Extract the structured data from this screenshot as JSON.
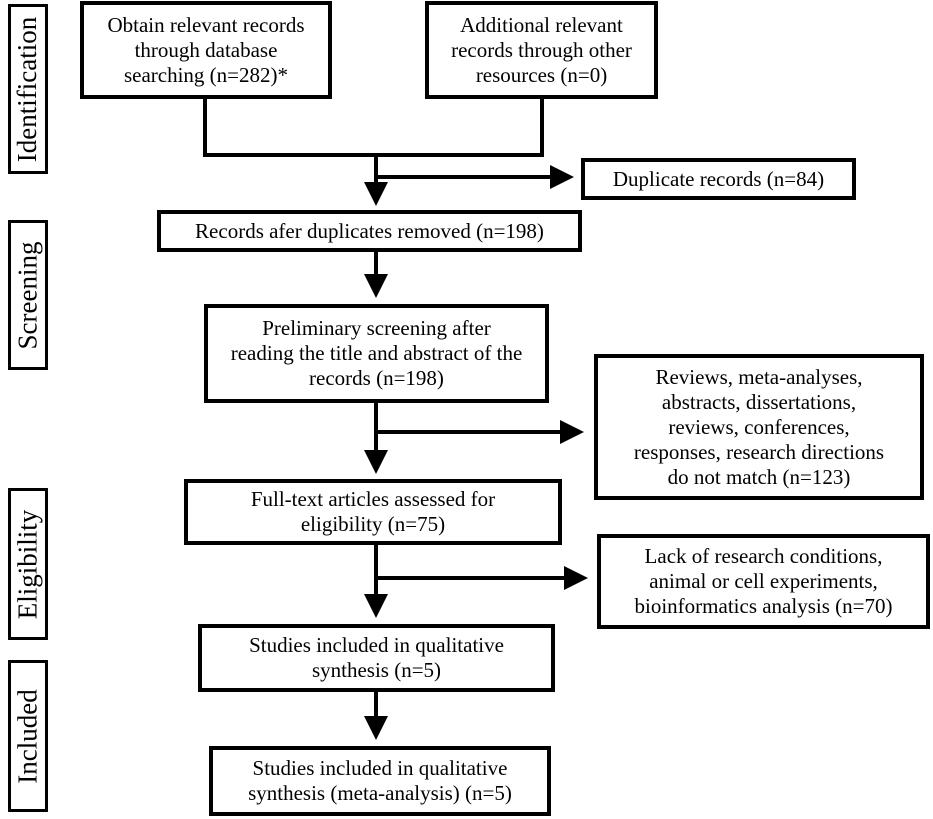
{
  "stages": {
    "identification": "Identification",
    "screening": "Screening",
    "eligibility": "Eligibility",
    "included": "Included"
  },
  "boxes": {
    "database_records": {
      "line1": "Obtain relevant records",
      "line2": "through database",
      "line3": "searching (n=282)*"
    },
    "other_records": {
      "line1": "Additional relevant",
      "line2": "records through other",
      "line3": "resources (n=0)"
    },
    "duplicates": {
      "line1": "Duplicate records (n=84)"
    },
    "after_duplicates": {
      "line1": "Records afer duplicates removed (n=198)"
    },
    "preliminary": {
      "line1": "Preliminary screening after",
      "line2": "reading the title and abstract of the",
      "line3": "records (n=198)"
    },
    "excluded_types": {
      "line1": "Reviews, meta-analyses,",
      "line2": "abstracts, dissertations,",
      "line3": "reviews, conferences,",
      "line4": "responses, research directions",
      "line5": "do not match (n=123)"
    },
    "fulltext": {
      "line1": "Full-text articles assessed for",
      "line2": "eligibility (n=75)"
    },
    "excluded_conditions": {
      "line1": "Lack of research conditions,",
      "line2": "animal or cell experiments,",
      "line3": "bioinformatics analysis (n=70)"
    },
    "qualitative": {
      "line1": "Studies included in qualitative",
      "line2": "synthesis (n=5)"
    },
    "meta": {
      "line1": "Studies included in qualitative",
      "line2": "synthesis (meta-analysis) (n=5)"
    }
  }
}
